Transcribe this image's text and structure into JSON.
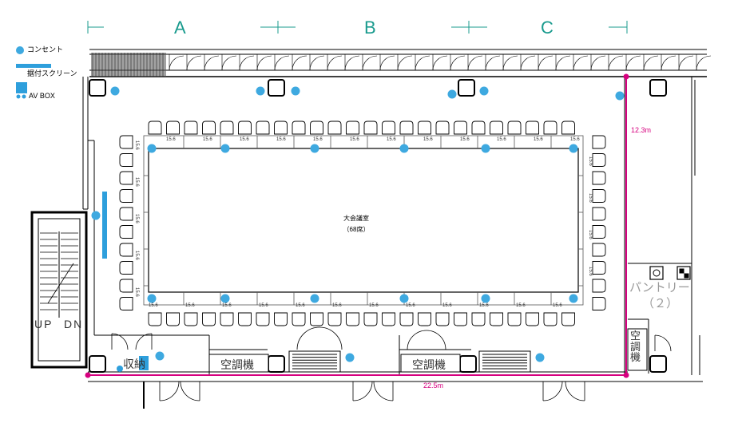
{
  "colors": {
    "outlet": "#3ea9e0",
    "screen": "#2e9fdc",
    "dimension": "#d6007f",
    "section": "#1a9b8e",
    "wall": "#000000"
  },
  "legend": {
    "outlet_label": "コンセント",
    "screen_label": "据付スクリーン",
    "avbox_label": "AV BOX"
  },
  "sections": {
    "a": "A",
    "b": "B",
    "c": "C"
  },
  "room": {
    "name": "大会議室",
    "seats": "（68席）"
  },
  "dimensions": {
    "depth": "12.3m",
    "width": "22.5m"
  },
  "labels": {
    "aircon_1": "空調機",
    "aircon_2": "空調機",
    "aircon_3": "空調機",
    "storage": "収納",
    "pantry": "パントリー",
    "pantry_no": "（２）",
    "up": "UP",
    "dn": "DN",
    "table_code": "15.6"
  }
}
